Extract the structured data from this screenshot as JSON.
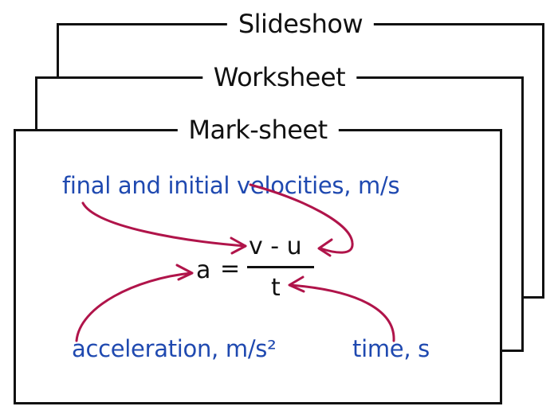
{
  "frames": [
    {
      "title": "Slideshow"
    },
    {
      "title": "Worksheet"
    },
    {
      "title": "Mark-sheet"
    }
  ],
  "formula": {
    "lhs": "a",
    "equals": "=",
    "numerator": "v - u",
    "denominator": "t"
  },
  "labels": {
    "velocities": "final and initial velocities, m/s",
    "acceleration": "acceleration, m/s²",
    "time": "time, s"
  },
  "colors": {
    "label": "#1f49b0",
    "arrow": "#b0144a",
    "line": "#111111"
  }
}
